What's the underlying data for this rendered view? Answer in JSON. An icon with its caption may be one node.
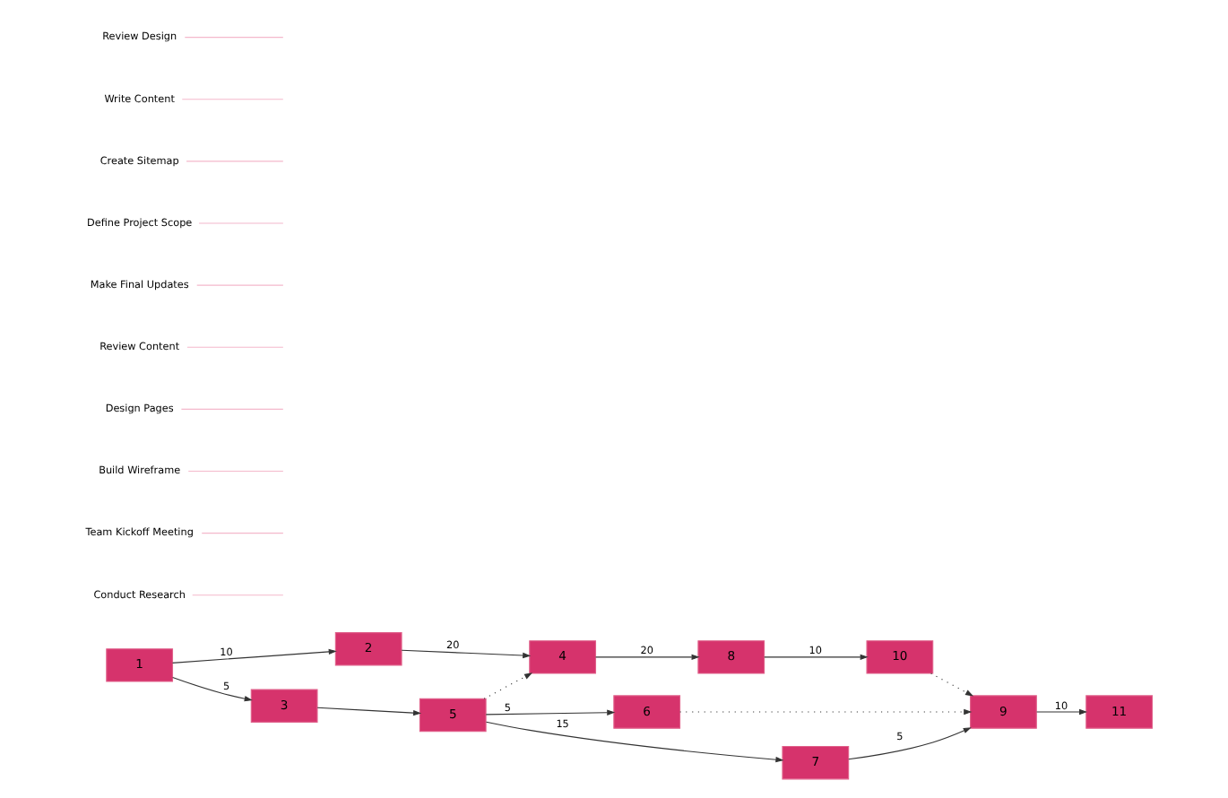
{
  "diagram": {
    "nodes": [
      {
        "text": [
          "1"
        ]
      },
      {
        "text": [
          "2"
        ]
      },
      {
        "text": [
          "3"
        ]
      },
      {
        "text": [
          "4"
        ]
      },
      {
        "text": [
          "5"
        ]
      },
      {
        "text": [
          "6"
        ]
      },
      {
        "text": [
          "7"
        ]
      },
      {
        "text": [
          "8"
        ]
      },
      {
        "text": [
          "9"
        ]
      },
      {
        "text": [
          "10"
        ]
      },
      {
        "text": [
          "11"
        ]
      },
      {
        "text": [
          "Conduct Research"
        ]
      },
      {
        "text": [
          "Team Kickoff Meeting"
        ]
      },
      {
        "text": [
          "Build Wireframe"
        ]
      },
      {
        "text": [
          "Design Pages"
        ]
      },
      {
        "text": [
          "Review Content"
        ]
      },
      {
        "text": [
          "Make Final Updates"
        ]
      },
      {
        "text": [
          "Define Project Scope"
        ]
      },
      {
        "text": [
          "Create Sitemap"
        ]
      },
      {
        "text": [
          "Write Content"
        ]
      },
      {
        "text": [
          "Review Design"
        ]
      }
    ],
    "edges": [
      {
        "from": 0,
        "to": 1,
        "arrow": "to",
        "label": "10"
      },
      {
        "from": 0,
        "to": 2,
        "arrow": "to",
        "label": "5"
      },
      {
        "from": 1,
        "to": 3,
        "arrow": "to",
        "label": "20"
      },
      {
        "from": 3,
        "to": 7,
        "arrow": "to",
        "label": "20"
      },
      {
        "from": 7,
        "to": 9,
        "arrow": "to",
        "label": "10"
      },
      {
        "from": 9,
        "to": 8,
        "arrow": "to",
        "style": "dashed"
      },
      {
        "from": 2,
        "to": 4,
        "arrow": "to"
      },
      {
        "from": 4,
        "to": 3,
        "arrow": "to",
        "style": "dashed"
      },
      {
        "from": 4,
        "to": 6,
        "arrow": "to",
        "label": "15"
      },
      {
        "from": 4,
        "to": 5,
        "arrow": "to",
        "label": "5"
      },
      {
        "from": 6,
        "to": 8,
        "arrow": "to",
        "label": "5"
      },
      {
        "from": 5,
        "to": 8,
        "arrow": "to",
        "style": "dashed"
      },
      {
        "from": 8,
        "to": 10,
        "arrow": "to",
        "label": "10"
      },
      {
        "from": 11,
        "to": null,
        "arrow": "none",
        "color": "#f4b8cb"
      },
      {
        "from": 12,
        "to": null,
        "arrow": "none",
        "color": "#f4b8cb"
      },
      {
        "from": 13,
        "to": null,
        "arrow": "none",
        "color": "#f4b8cb"
      },
      {
        "from": 14,
        "to": null,
        "arrow": "none",
        "color": "#f4b8cb"
      },
      {
        "from": 15,
        "to": null,
        "arrow": "none",
        "color": "#f4b8cb"
      },
      {
        "from": 16,
        "to": null,
        "arrow": "none",
        "color": "#f4b8cb"
      },
      {
        "from": 17,
        "to": null,
        "arrow": "none",
        "color": "#f4b8cb"
      },
      {
        "from": 18,
        "to": null,
        "arrow": "none",
        "color": "#f4b8cb"
      },
      {
        "from": 19,
        "to": null,
        "arrow": "none",
        "color": "#f4b8cb"
      },
      {
        "from": 20,
        "to": null,
        "arrow": "none",
        "color": "#f4b8cb"
      }
    ]
  }
}
